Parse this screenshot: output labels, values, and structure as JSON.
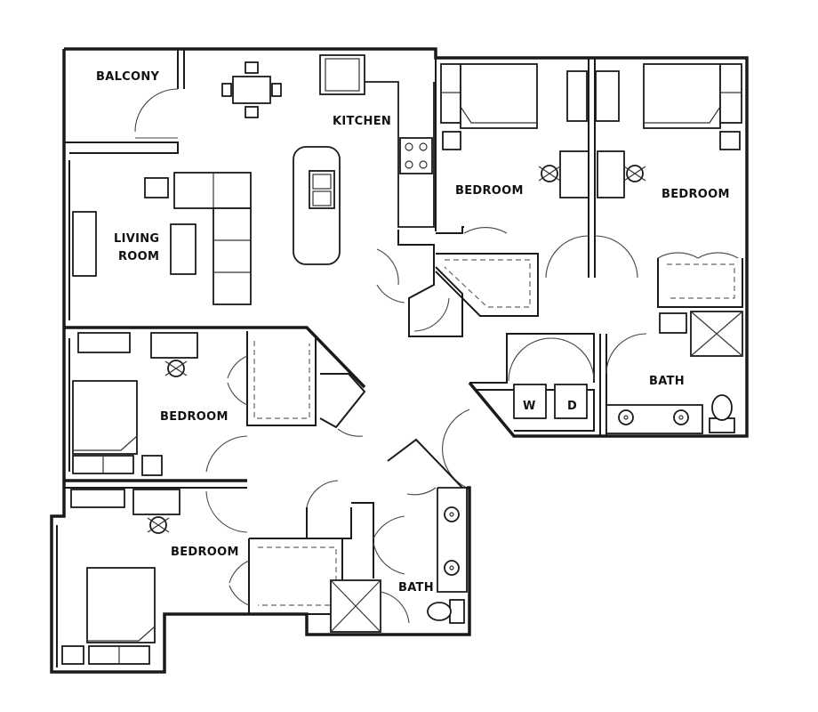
{
  "rooms": {
    "balcony": "BALCONY",
    "kitchen": "KITCHEN",
    "living_line1": "LIVING",
    "living_line2": "ROOM",
    "bedroom_top_center": "BEDROOM",
    "bedroom_top_right": "BEDROOM",
    "bedroom_mid_left": "BEDROOM",
    "bedroom_bottom_left": "BEDROOM",
    "bath_right": "BATH",
    "bath_bottom": "BATH"
  },
  "appliances": {
    "washer": "W",
    "dryer": "D"
  },
  "icons": {
    "door": "door-swing-arc",
    "bed": "bed-icon",
    "desk_chair": "desk-chair-icon",
    "toilet": "toilet-icon",
    "sink": "sink-icon",
    "shower": "shower-icon",
    "sofa": "sectional-sofa-icon",
    "table": "dining-table-icon"
  },
  "colors": {
    "wall": "#1a1a1a",
    "background": "#ffffff"
  }
}
